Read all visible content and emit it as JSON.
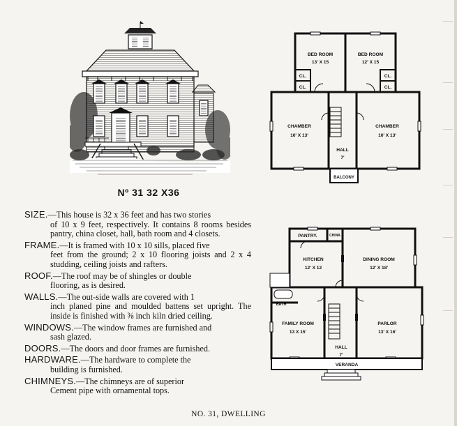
{
  "house": {
    "label": "Nº 31  32 X36"
  },
  "specs": [
    {
      "key": "SIZE",
      "head": "SIZE.",
      "text": "—This house is 32 x 36 feet and has two stories",
      "cont": "of 10 x 9 feet, respectively.  It contains 8 rooms besides pantry, china closet, hall, bath room and 4 closets."
    },
    {
      "key": "FRAME",
      "head": "FRAME.",
      "text": "—It is framed with 10 x 10 sills, placed five",
      "cont": "feet from the ground;  2 x 10 flooring joists and 2 x 4 studding, ceiling joists and rafters."
    },
    {
      "key": "ROOF",
      "head": "ROOF.",
      "text": "—The roof may be of shingles or double",
      "cont": "flooring, as is desired."
    },
    {
      "key": "WALLS",
      "head": "WALLS.",
      "text": "—The out-side walls are covered with 1",
      "cont": "inch planed pine and moulded battens set upright.  The inside is finished with ⅜ inch kiln dried ceiling."
    },
    {
      "key": "WINDOWS",
      "head": "WINDOWS.",
      "text": "—The window frames are furnished and",
      "cont": "sash glazed."
    },
    {
      "key": "DOORS",
      "head": "DOORS.",
      "text": "—The doors and door frames are furnished.",
      "cont": ""
    },
    {
      "key": "HARDWARE",
      "head": "HARDWARE.",
      "text": "—The hardware to complete the",
      "cont": "building is furnished."
    },
    {
      "key": "CHIMNEYS",
      "head": "CHIMNEYS.",
      "text": "—The chimneys are of superior",
      "cont": "Cement pipe with ornamental tops."
    }
  ],
  "upper_plan": {
    "bedroom_left": "BED ROOM",
    "bedroom_left_size": "13' X 15",
    "bedroom_right": "BED ROOM",
    "bedroom_right_size": "12' X 15",
    "closet": "CL.",
    "chamber_left": "CHAMBER",
    "chamber_left_size": "16' X 13'",
    "chamber_right": "CHAMBER",
    "chamber_right_size": "16' X 13'",
    "hall": "HALL",
    "hall_size": "7'",
    "balcony": "BALCONY"
  },
  "lower_plan": {
    "pantry": "PANTRY.",
    "china": "CHINA",
    "kitchen": "KITCHEN",
    "kitchen_size": "12' X 12",
    "dining": "DINING ROOM",
    "dining_size": "12' X 18'",
    "bath": "BATH",
    "family": "FAMILY ROOM",
    "family_size": "13 X 15'",
    "parlor": "PARLOR",
    "parlor_size": "13' X 16'",
    "hall": "HALL",
    "hall_size": "7'",
    "veranda": "VERANDA"
  },
  "caption": "NO. 31, DWELLING"
}
